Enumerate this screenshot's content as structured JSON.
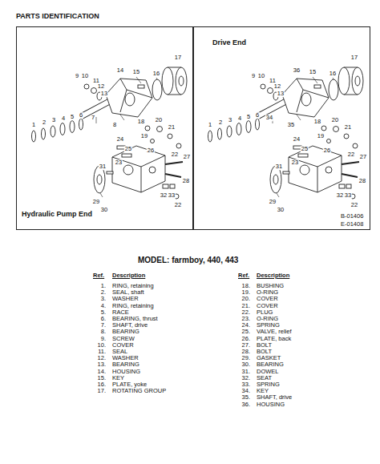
{
  "diagram": {
    "title": "PARTS IDENTIFICATION",
    "nodes": [
      {
        "text": [
          "Hydraulic Pump End"
        ]
      },
      {
        "text": [
          "Drive End"
        ]
      }
    ],
    "labels": [
      "B-01406",
      "E-01408",
      "9",
      "10",
      "11",
      "12",
      "13",
      "14",
      "15",
      "16",
      "17",
      "7",
      "8",
      "6",
      "5",
      "4",
      "3",
      "2",
      "1",
      "18",
      "20",
      "21",
      "19",
      "22",
      "24",
      "25",
      "23",
      "26",
      "27",
      "28",
      "31",
      "29",
      "30",
      "32",
      "33",
      "22",
      "9",
      "10",
      "11",
      "12",
      "13",
      "36",
      "15",
      "16",
      "17",
      "34",
      "35",
      "6",
      "5",
      "4",
      "3",
      "2",
      "1",
      "18",
      "20",
      "21",
      "19",
      "22",
      "24",
      "25",
      "23",
      "26",
      "27",
      "28",
      "31",
      "29",
      "30",
      "32",
      "33",
      "22",
      "MODEL:  farmboy, 440, 443",
      "Ref.",
      "Description",
      "Ref.",
      "Description",
      "1.",
      "RING, retaining",
      "2.",
      "SEAL, shaft",
      "3.",
      "WASHER",
      "4.",
      "RING, retaining",
      "5.",
      "RACE",
      "6.",
      "BEARING, thrust",
      "7.",
      "SHAFT, drive",
      "8.",
      "BEARING",
      "9.",
      "SCREW",
      "10.",
      "COVER",
      "11.",
      "SEAL",
      "12.",
      "WASHER",
      "13.",
      "BEARING",
      "14.",
      "HOUSING",
      "15.",
      "KEY",
      "16.",
      "PLATE, yoke",
      "17.",
      "ROTATING GROUP",
      "18.",
      "BUSHING",
      "19.",
      "O-RING",
      "20.",
      "COVER",
      "21.",
      "COVER",
      "22.",
      "PLUG",
      "23.",
      "O-RING",
      "24.",
      "SPRING",
      "25.",
      "VALVE, relief",
      "26.",
      "PLATE, back",
      "27.",
      "BOLT",
      "28.",
      "BOLT",
      "29.",
      "GASKET",
      "30.",
      "BEARING",
      "31.",
      "DOWEL",
      "32.",
      "SEAT",
      "33.",
      "SPRING",
      "34.",
      "KEY",
      "35.",
      "SHAFT, drive",
      "36.",
      "HOUSING"
    ]
  }
}
